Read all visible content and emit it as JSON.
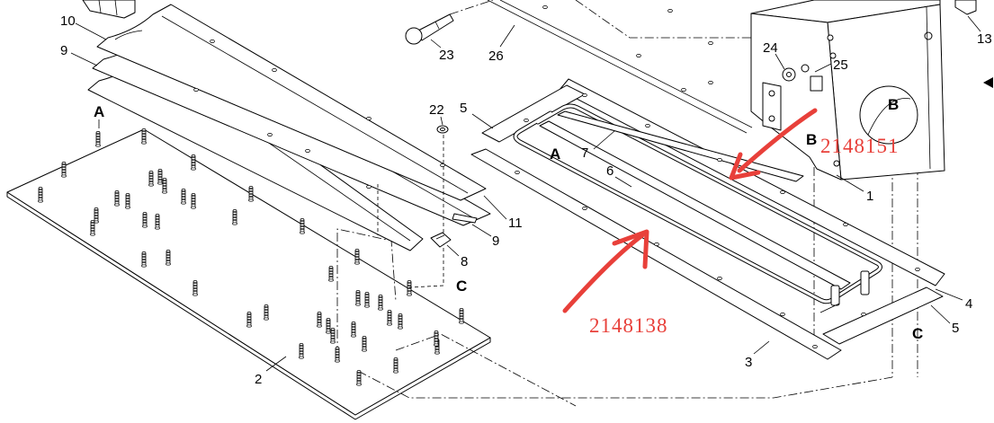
{
  "callouts": {
    "part_10": "10",
    "part_9_left": "9",
    "part_23": "23",
    "part_26": "26",
    "part_24": "24",
    "part_25": "25",
    "part_13": "13",
    "part_22": "22",
    "part_5_upper": "5",
    "part_7": "7",
    "part_1": "1",
    "part_6": "6",
    "part_11": "11",
    "part_9_right": "9",
    "part_8": "8",
    "part_4": "4",
    "part_5_lower": "5",
    "part_3": "3",
    "part_2": "2"
  },
  "view_markers": {
    "a_left": "A",
    "a_right": "A",
    "b_bracket": "B",
    "b_opening": "B",
    "c_left": "C",
    "c_right": "C"
  },
  "annotations": {
    "upper_part_number": "2148151",
    "lower_part_number": "2148138"
  },
  "icons": {
    "edge_arrow": "triangle-left-icon",
    "annotation_arrow": "red-arrow-icon"
  },
  "colors": {
    "line": "#000000",
    "annotation": "#e8403a",
    "background": "#ffffff"
  }
}
